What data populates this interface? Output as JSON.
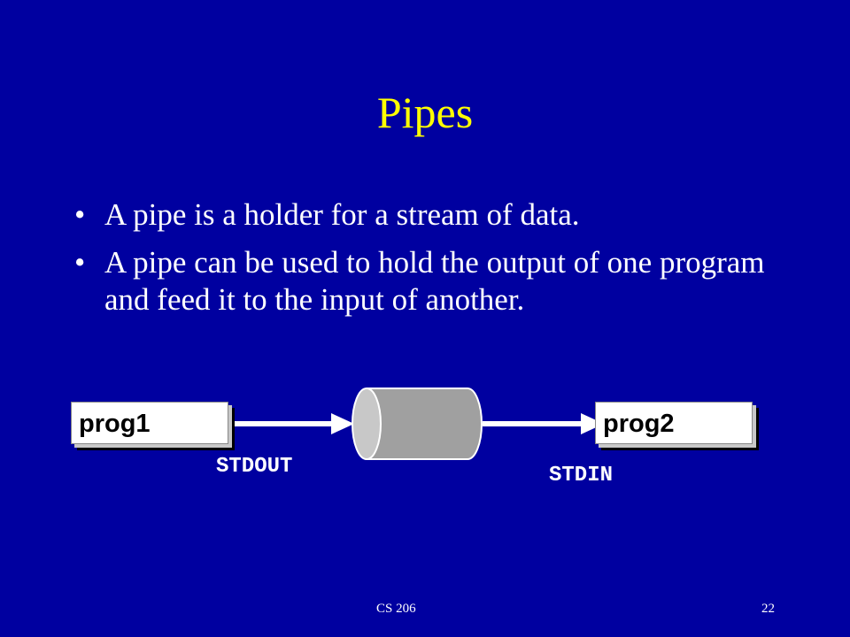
{
  "slide": {
    "title": "Pipes",
    "bullets": [
      "A pipe is a holder for a stream of data.",
      "A pipe can be used to hold the output of one program and feed it to the input of another."
    ],
    "footer_left": "CS 206",
    "footer_right": "22"
  },
  "diagram": {
    "left_box": "prog1",
    "right_box": "prog2",
    "left_arrow_label": "STDOUT",
    "right_arrow_label": "STDIN"
  },
  "colors": {
    "background": "#0000a0",
    "title": "#ffff00",
    "text": "#ffffff",
    "pipe_body": "#a0a0a0"
  }
}
